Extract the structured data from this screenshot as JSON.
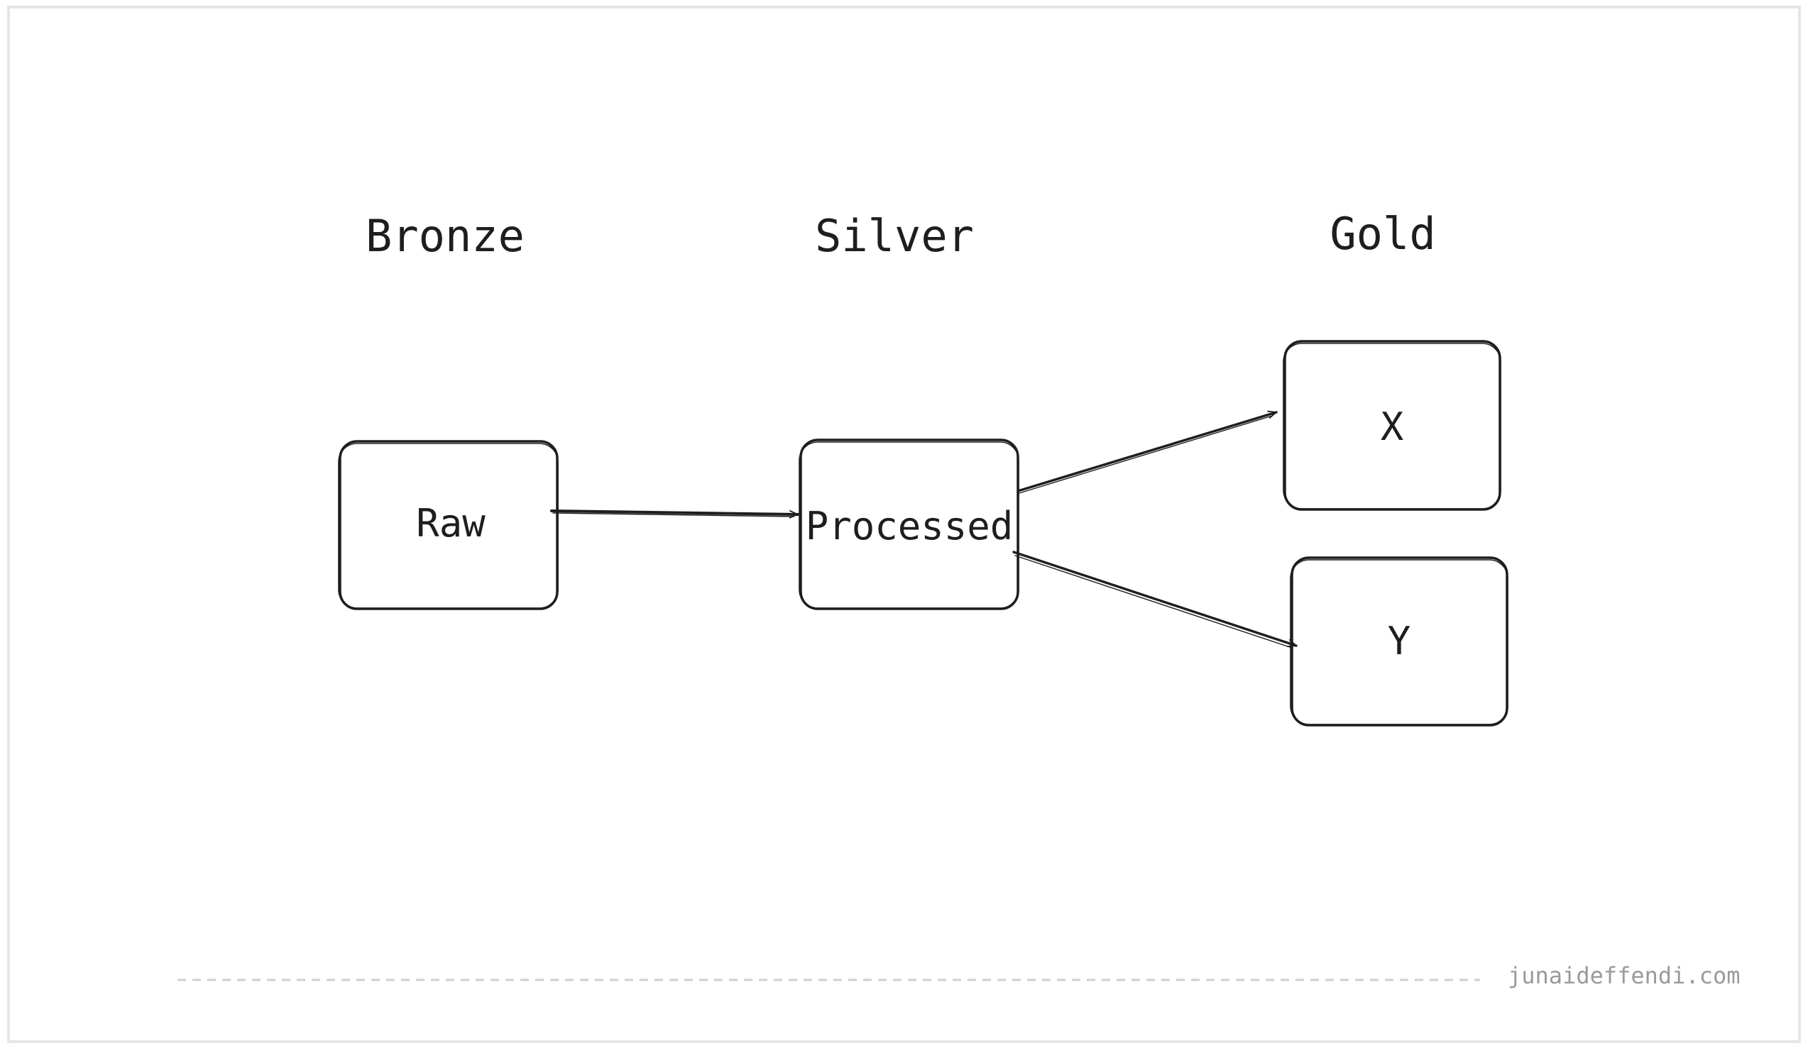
{
  "diagram": {
    "tiers": {
      "bronze": "Bronze",
      "silver": "Silver",
      "gold": "Gold"
    },
    "nodes": {
      "raw": "Raw",
      "processed": "Processed",
      "x": "X",
      "y": "Y"
    },
    "edges": [
      {
        "from": "Raw",
        "to": "Processed"
      },
      {
        "from": "Processed",
        "to": "X"
      },
      {
        "from": "Processed",
        "to": "Y"
      }
    ]
  },
  "footer": {
    "credit": "junaideffendi.com"
  }
}
